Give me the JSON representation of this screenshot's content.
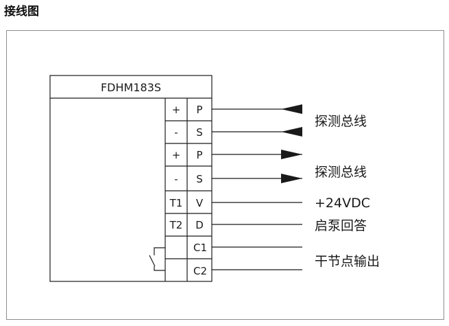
{
  "heading": "接线图",
  "device": {
    "model": "FDHM183S"
  },
  "terminals": [
    {
      "left": "+",
      "right": "P"
    },
    {
      "left": "-",
      "right": "S"
    },
    {
      "left": "+",
      "right": "P"
    },
    {
      "left": "-",
      "right": "S"
    },
    {
      "left": "T1",
      "right": "V"
    },
    {
      "left": "T2",
      "right": "D"
    },
    {
      "left": "",
      "right": "C1"
    },
    {
      "left": "",
      "right": "C2"
    }
  ],
  "signals": {
    "bus_in": "探测总线",
    "bus_out": "探测总线",
    "power": "+24VDC",
    "feedback": "启泵回答",
    "contact": "干节点输出"
  },
  "colors": {
    "line": "#1a1a1a",
    "frame": "#8c8c8c"
  }
}
